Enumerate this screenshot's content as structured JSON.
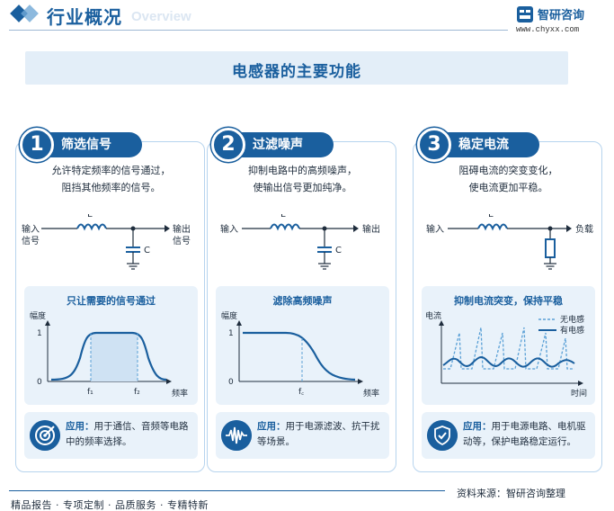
{
  "header": {
    "title": "行业概况",
    "subtitle": "Overview",
    "brand_name": "智研咨询",
    "brand_url": "www.chyxx.com"
  },
  "banner": {
    "title": "电感器的主要功能"
  },
  "cards": [
    {
      "number": "1",
      "title": "筛选信号",
      "description_line1": "允许特定频率的信号通过，",
      "description_line2": "阻挡其他频率的信号。",
      "circuit": {
        "left": "输入",
        "left2": "信号",
        "right": "输出",
        "right2": "信号",
        "inductor": "L",
        "capacitor": "C"
      },
      "sub_title": "只让需要的信号通过",
      "chart": {
        "ylabel": "幅度",
        "xlabel": "频率",
        "y1": "1",
        "y0": "0",
        "f1": "f₁",
        "f2": "f₂"
      },
      "app_label": "应用：",
      "app_text": "用于通信、音频等电路中的频率选择。"
    },
    {
      "number": "2",
      "title": "过滤噪声",
      "description_line1": "抑制电路中的高频噪声，",
      "description_line2": "使输出信号更加纯净。",
      "circuit": {
        "left": "输入",
        "right": "输出",
        "inductor": "L",
        "capacitor": "C"
      },
      "sub_title": "滤除高频噪声",
      "chart": {
        "ylabel": "幅度",
        "xlabel": "频率",
        "y1": "1",
        "y0": "0",
        "fc": "f꜀"
      },
      "app_label": "应用：",
      "app_text": "用于电源滤波、抗干扰等场景。"
    },
    {
      "number": "3",
      "title": "稳定电流",
      "description_line1": "阻碍电流的突变变化，",
      "description_line2": "使电流更加平稳。",
      "circuit": {
        "left": "输入",
        "right": "负载",
        "inductor": "L"
      },
      "sub_title": "抑制电流突变，保持平稳",
      "chart": {
        "ylabel": "电流",
        "xlabel": "时间",
        "legend_dashed": "无电感",
        "legend_solid": "有电感"
      },
      "app_label": "应用：",
      "app_text": "用于电源电路、电机驱动等，保护电路稳定运行。"
    }
  ],
  "footer": {
    "source": "资料来源：智研咨询整理",
    "tagline": "精品报告 · 专项定制 · 品质服务 · 专精特新"
  },
  "colors": {
    "primary": "#1a5f9e",
    "light": "#e9f2fa",
    "accent": "#5aa0d6"
  },
  "icons": [
    "target-icon",
    "waveform-icon",
    "shield-check-icon"
  ]
}
